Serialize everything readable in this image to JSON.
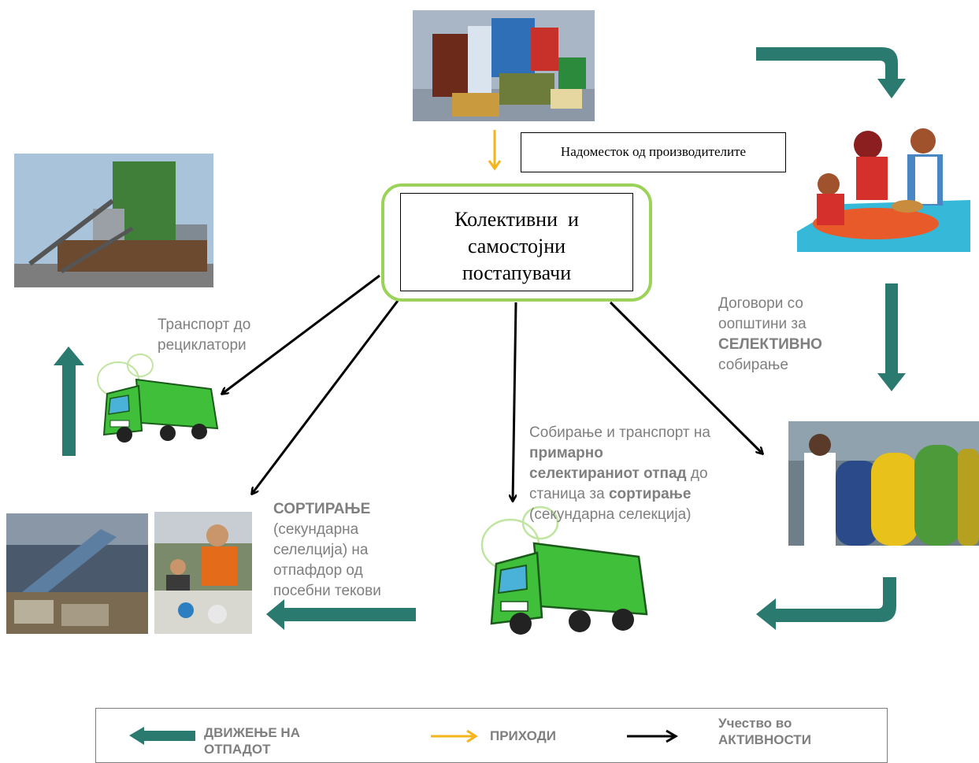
{
  "central": {
    "line1": "Колективни  и",
    "line2": "самостојни",
    "line3": "постапувачи"
  },
  "fee_label": "Надоместок од производителите",
  "labels": {
    "transport_recyclers": [
      "Транспорт до",
      "рециклатори"
    ],
    "contracts": {
      "line1": "Договори со",
      "line2": "оопштини за",
      "line3_bold": "СЕЛЕКТИВНО",
      "line4": "собирање"
    },
    "collection": {
      "line1": "Собирање и транспорт на",
      "line2_bold": "примарно",
      "line3_bold": "селектираниот отпад",
      "line3_rest": " до",
      "line4_prefix": "станица за ",
      "line4_bold": "сортирање",
      "line5": "(секундарна селекција)"
    },
    "sorting": {
      "line1_bold": "СОРТИРАЊЕ",
      "line2": "(секундарна",
      "line3": "селелција) на",
      "line4": "отпафдор од",
      "line5": "посебни текови"
    }
  },
  "legend": {
    "waste_flow": "ДВИЖЕЊЕ НА ОТПАДОТ",
    "income": "ПРИХОДИ",
    "participation_line1": "Учество во",
    "participation_line2": "АКТИВНОСТИ"
  },
  "colors": {
    "flow_arrow": "#2a7a70",
    "income_arrow": "#f5b51b",
    "activity_arrow": "#000000",
    "central_border": "#9bd35a",
    "label_text": "#7f7f7f"
  },
  "icons": [
    "packaging-photo",
    "family-meal-illustration",
    "recycling-bins-photo",
    "sorting-plant-photo",
    "sorting-workers-photo",
    "recycling-facility-photo",
    "garbage-truck-icon"
  ]
}
